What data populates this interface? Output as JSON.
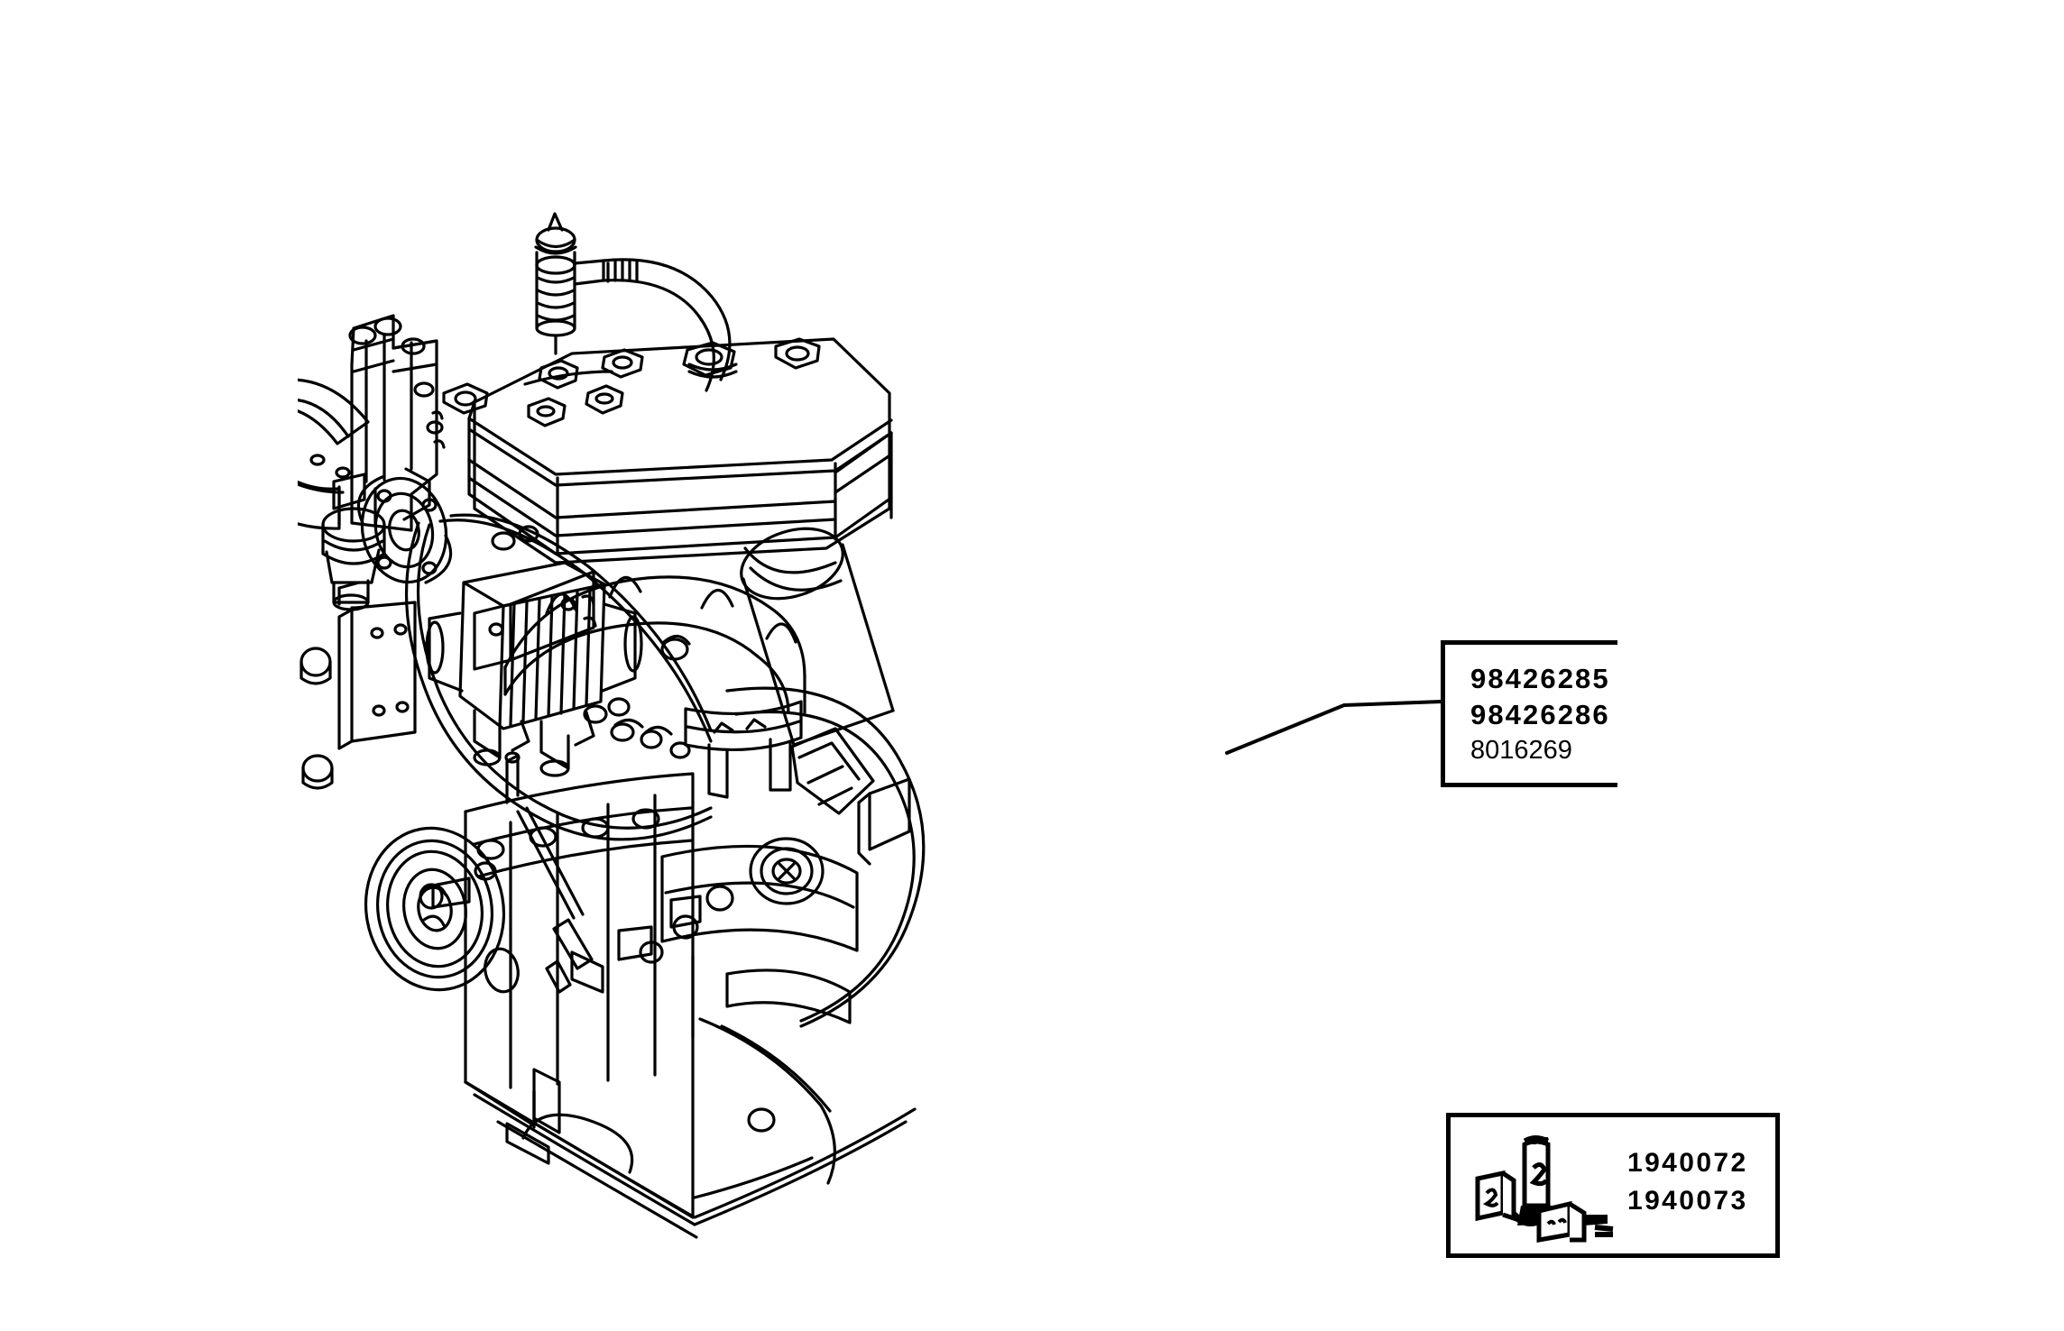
{
  "document": {
    "type": "technical-parts-diagram",
    "subject": "engine-assembly",
    "background_color": "#ffffff",
    "line_color": "#000000"
  },
  "callout": {
    "name": "oil-filter-callout",
    "part_numbers": [
      "98426285",
      "98426286"
    ],
    "reference_number": "8016269",
    "leader_target": "oil-filter"
  },
  "legend": {
    "name": "filter-components-legend",
    "thumbnail_icon": "filter-cartridge-icon",
    "part_numbers": [
      "1940072",
      "1940073"
    ]
  },
  "illustration": {
    "label": "engine-line-drawing",
    "components": [
      "oil-filler-cap",
      "breather-hose",
      "valve-cover",
      "cylinder-head",
      "intake-manifold",
      "exhaust-manifold",
      "oil-filter",
      "alternator",
      "drive-belt",
      "crankshaft-pulley",
      "fan-bracket",
      "engine-block",
      "oil-pan",
      "bell-housing",
      "dipstick",
      "injection-pump"
    ]
  }
}
